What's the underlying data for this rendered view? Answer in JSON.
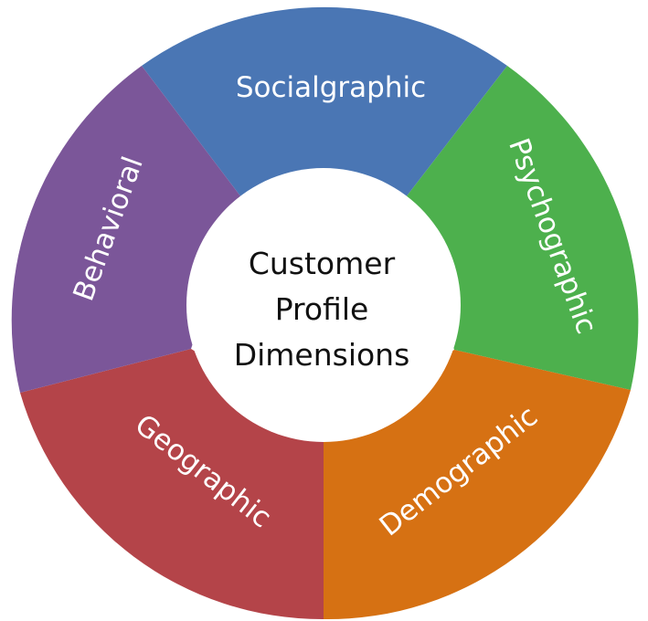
{
  "diagram": {
    "center": {
      "lines": [
        "Customer",
        "Profile",
        "Dimensions"
      ]
    },
    "segments": [
      {
        "id": "socialgraphic",
        "label": "Socialgraphic",
        "color": "#4A76B4"
      },
      {
        "id": "psychographic",
        "label": "Psychographic",
        "color": "#4DB04D"
      },
      {
        "id": "demographic",
        "label": "Demographic",
        "color": "#D67113"
      },
      {
        "id": "geographic",
        "label": "Geographic",
        "color": "#B44449"
      },
      {
        "id": "behavioral",
        "label": "Behavioral",
        "color": "#7B5699"
      }
    ]
  }
}
